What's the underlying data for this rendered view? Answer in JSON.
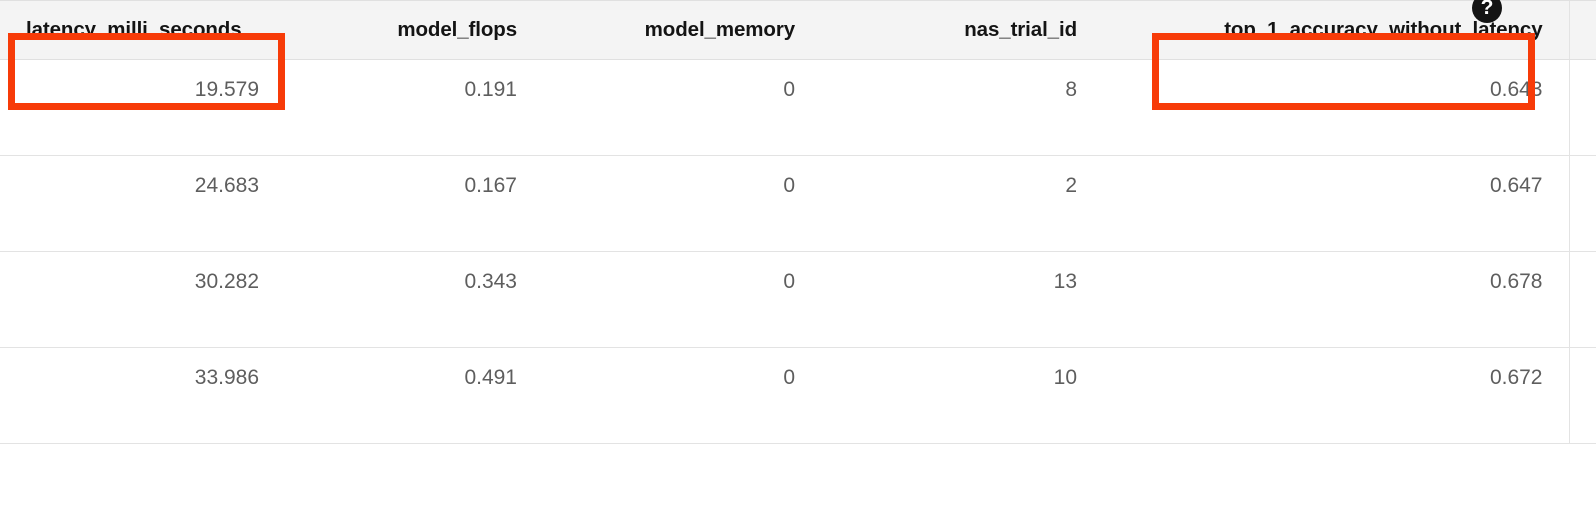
{
  "table": {
    "columns": [
      {
        "key": "latency_milli_seconds",
        "label": "latency_milli_seconds",
        "align": "left"
      },
      {
        "key": "model_flops",
        "label": "model_flops",
        "align": "right"
      },
      {
        "key": "model_memory",
        "label": "model_memory",
        "align": "right"
      },
      {
        "key": "nas_trial_id",
        "label": "nas_trial_id",
        "align": "right"
      },
      {
        "key": "top_1_accuracy_without_latency",
        "label": "top_1_accuracy_without_latency",
        "align": "right"
      }
    ],
    "rows": [
      {
        "latency_milli_seconds": "19.579",
        "model_flops": "0.191",
        "model_memory": "0",
        "nas_trial_id": "8",
        "top_1_accuracy_without_latency": "0.643"
      },
      {
        "latency_milli_seconds": "24.683",
        "model_flops": "0.167",
        "model_memory": "0",
        "nas_trial_id": "2",
        "top_1_accuracy_without_latency": "0.647"
      },
      {
        "latency_milli_seconds": "30.282",
        "model_flops": "0.343",
        "model_memory": "0",
        "nas_trial_id": "13",
        "top_1_accuracy_without_latency": "0.678"
      },
      {
        "latency_milli_seconds": "33.986",
        "model_flops": "0.491",
        "model_memory": "0",
        "nas_trial_id": "10",
        "top_1_accuracy_without_latency": "0.672"
      }
    ]
  },
  "help": {
    "icon": "help-icon",
    "glyph": "?"
  },
  "annotations": [
    {
      "id": "ann-latency",
      "target": "latency_milli_seconds",
      "color": "#f73b08"
    },
    {
      "id": "ann-top1",
      "target": "top_1_accuracy_without_latency",
      "color": "#f73b08"
    }
  ]
}
